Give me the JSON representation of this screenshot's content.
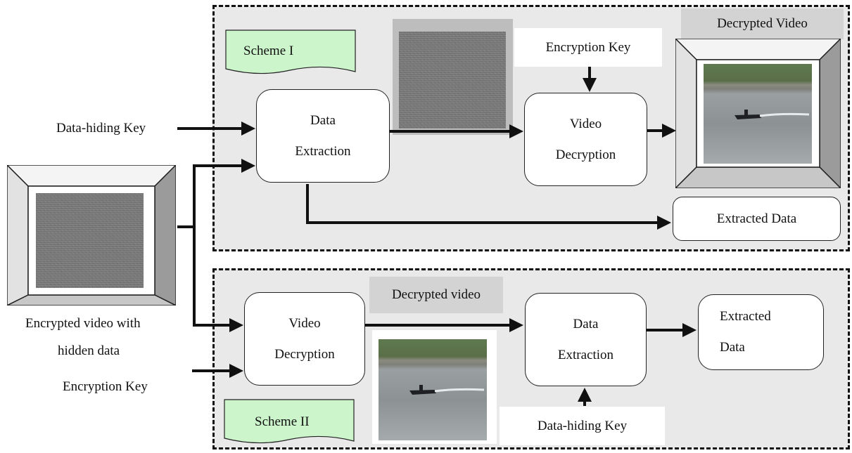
{
  "inputs": {
    "encrypted_video_line1": "Encrypted video with",
    "encrypted_video_line2": "hidden data",
    "data_hiding_key": "Data-hiding Key",
    "encryption_key": "Encryption Key"
  },
  "scheme1": {
    "tag": "Scheme I",
    "data_extraction_line1": "Data",
    "data_extraction_line2": "Extraction",
    "encryption_key": "Encryption Key",
    "video_decryption_line1": "Video",
    "video_decryption_line2": "Decryption",
    "decrypted_video": "Decrypted Video",
    "extracted_data": "Extracted Data"
  },
  "scheme2": {
    "tag": "Scheme II",
    "video_decryption_line1": "Video",
    "video_decryption_line2": "Decryption",
    "decrypted_video": "Decrypted video",
    "data_extraction_line1": "Data",
    "data_extraction_line2": "Extraction",
    "data_hiding_key": "Data-hiding Key",
    "extracted_line1": "Extracted",
    "extracted_line2": "Data"
  }
}
